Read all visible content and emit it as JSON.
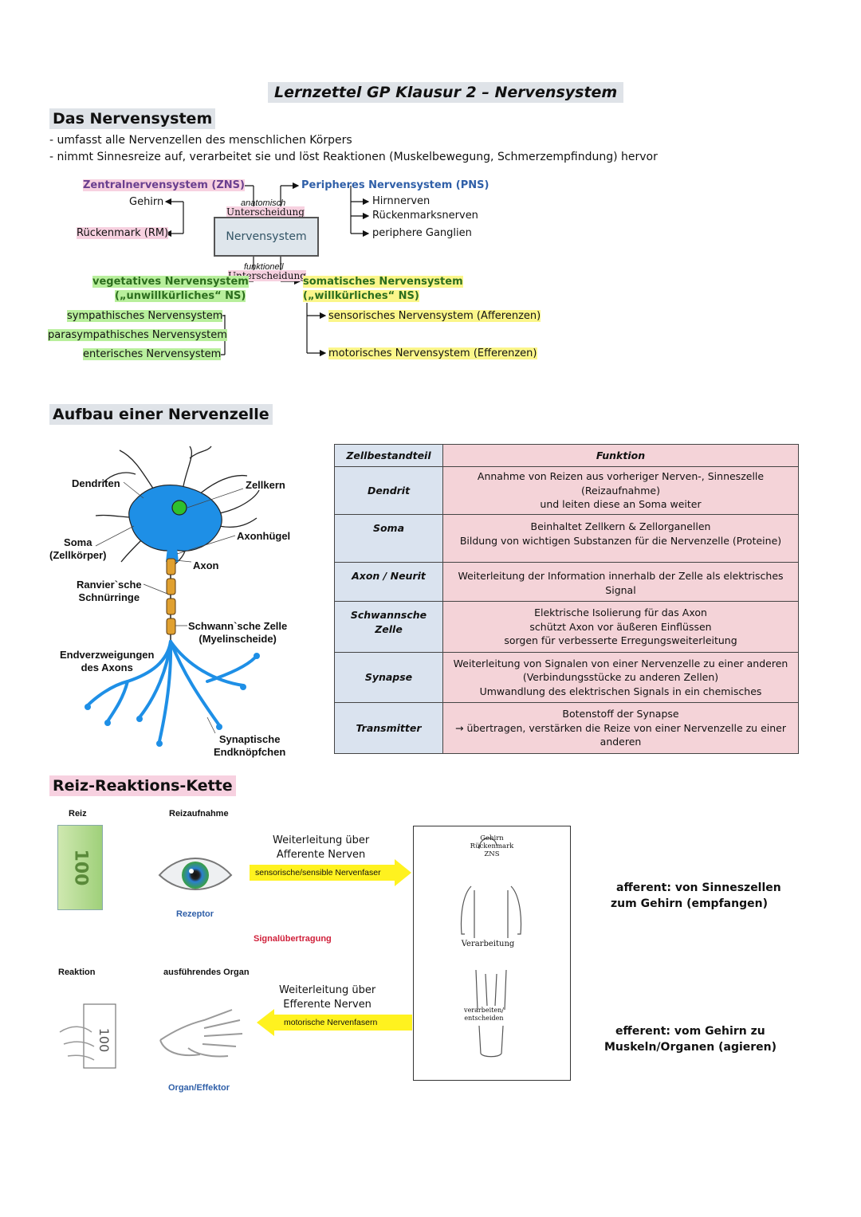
{
  "title": "Lernzettel GP Klausur 2 – Nervensystem",
  "section1": {
    "heading": "Das Nervensystem",
    "bullets": [
      "- umfasst alle Nervenzellen des menschlichen Körpers",
      "- nimmt Sinnesreize auf, verarbeitet sie und löst Reaktionen (Muskelbewegung, Schmerzempfindung) hervor"
    ],
    "diagram": {
      "center": "Nervensystem",
      "anatomic_label_1": "anatomisch",
      "anatomic_label_2": "Unterscheidung",
      "functional_label_1": "funktionell",
      "functional_label_2": "Unterscheidung",
      "zns": "Zentralnervensystem (ZNS)",
      "zns_items": [
        "Gehirn",
        "Rückenmark (RM)"
      ],
      "pns": "Peripheres Nervensystem (PNS)",
      "pns_items": [
        "Hirnnerven",
        "Rückenmarksnerven",
        "periphere Ganglien"
      ],
      "veg": "vegetatives Nervensystem",
      "veg_sub": "(„unwillkürliches“ NS)",
      "veg_items": [
        "sympathisches Nervensystem",
        "parasympathisches Nervensystem",
        "enterisches Nervensystem"
      ],
      "som": "somatisches Nervensystem",
      "som_sub": "(„willkürliches“ NS)",
      "som_items": [
        "sensorisches Nervensystem (Afferenzen)",
        "motorisches Nervensystem (Efferenzen)"
      ]
    }
  },
  "section2": {
    "heading": "Aufbau einer Nervenzelle",
    "neuron_labels": {
      "dendriten": "Dendriten",
      "zellkern": "Zellkern",
      "soma_1": "Soma",
      "soma_2": "(Zellkörper)",
      "axonhuegel": "Axonhügel",
      "axon": "Axon",
      "ranvier_1": "Ranvier`sche",
      "ranvier_2": "Schnürringe",
      "schwann_1": "Schwann`sche Zelle",
      "schwann_2": "(Myelinscheide)",
      "endverz_1": "Endverzweigungen",
      "endverz_2": "des Axons",
      "synaptisch_1": "Synaptische",
      "synaptisch_2": "Endknöpfchen"
    },
    "table": {
      "headers": [
        "Zellbestandteil",
        "Funktion"
      ],
      "rows": [
        {
          "part": "Dendrit",
          "lines": [
            "Annahme von Reizen aus vorheriger Nerven-, Sinneszelle (Reizaufnahme)",
            "und leiten diese an Soma weiter"
          ]
        },
        {
          "part": "Soma",
          "lines": [
            "Beinhaltet Zellkern & Zellorganellen",
            "Bildung von wichtigen Substanzen für die Nervenzelle (Proteine)"
          ]
        },
        {
          "part": "Axon / Neurit",
          "lines": [
            "Weiterleitung der Information innerhalb der Zelle als elektrisches Signal"
          ]
        },
        {
          "part": "Schwannsche Zelle",
          "lines": [
            "Elektrische Isolierung für das Axon",
            "schützt Axon vor äußeren Einflüssen",
            "sorgen für verbesserte Erregungsweiterleitung"
          ]
        },
        {
          "part": "Synapse",
          "lines": [
            "Weiterleitung von Signalen von einer Nervenzelle zu einer anderen",
            "(Verbindungsstücke zu anderen Zellen)",
            "Umwandlung des elektrischen Signals in ein chemisches"
          ]
        },
        {
          "part": "Transmitter",
          "lines": [
            "Botenstoff der Synapse",
            "→ übertragen, verstärken die Reize von einer Nervenzelle zu einer",
            "anderen"
          ]
        }
      ]
    }
  },
  "section3": {
    "heading": "Reiz-Reaktions-Kette",
    "reiz": "Reiz",
    "reizaufnahme": "Reizaufnahme",
    "rezeptor": "Rezeptor",
    "afferent_line1": "Weiterleitung über",
    "afferent_line2": "Afferente Nerven",
    "afferent_arrow": "sensorische/sensible Nervenfaser",
    "signaluebertragung": "Signalübertragung",
    "reaktion": "Reaktion",
    "ausfuehrendes_organ": "ausführendes Organ",
    "efferent_line1": "Weiterleitung über",
    "efferent_line2": "Efferente Nerven",
    "efferent_arrow": "motorische Nervenfasern",
    "organ_effektor": "Organ/Effektor",
    "body": {
      "gehirn": "Gehirn",
      "rueckenmark": "Rückenmark",
      "zns": "ZNS",
      "verarbeitung": "Verarbeitung",
      "verarbeiten_1": "verarbeiten/",
      "verarbeiten_2": "entscheiden"
    },
    "afferent_def_1": "afferent: von Sinneszellen",
    "afferent_def_2": "zum  Gehirn (empfangen)",
    "efferent_def_1": "efferent: vom Gehirn zu",
    "efferent_def_2": "Muskeln/Organen (agieren)",
    "banknote_value": "100"
  },
  "colors": {
    "heading_bg": "#dfe3e8",
    "pink": "#f7d1e0",
    "green": "#b8ef9c",
    "yellow": "#fbf68a",
    "table_col1": "#dae3ef",
    "table_col2": "#f4d3d8",
    "neuron_blue": "#1e8fe6",
    "arrow_yellow": "#fff21f"
  }
}
